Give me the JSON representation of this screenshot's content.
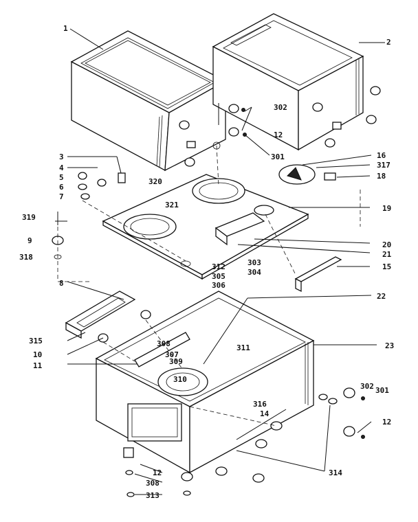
{
  "callouts": {
    "c1": "1",
    "c2": "2",
    "c3": "3",
    "c4": "4",
    "c5": "5",
    "c6": "6",
    "c7": "7",
    "c8": "8",
    "c9": "9",
    "c10": "10",
    "c11": "11",
    "c12a": "12",
    "c12b": "12",
    "c12c": "12",
    "c14": "14",
    "c15": "15",
    "c16": "16",
    "c18": "18",
    "c19": "19",
    "c20": "20",
    "c21": "21",
    "c22": "22",
    "c23": "23",
    "c301a": "301",
    "c301b": "301",
    "c302a": "302",
    "c302b": "302",
    "c303": "303",
    "c304": "304",
    "c305": "305",
    "c306": "306",
    "c307": "307",
    "c308a": "308",
    "c308b": "308",
    "c309": "309",
    "c310": "310",
    "c311": "311",
    "c312": "312",
    "c313": "313",
    "c314": "314",
    "c315": "315",
    "c316": "316",
    "c317": "317",
    "c318": "318",
    "c319": "319",
    "c320": "320",
    "c321": "321"
  }
}
